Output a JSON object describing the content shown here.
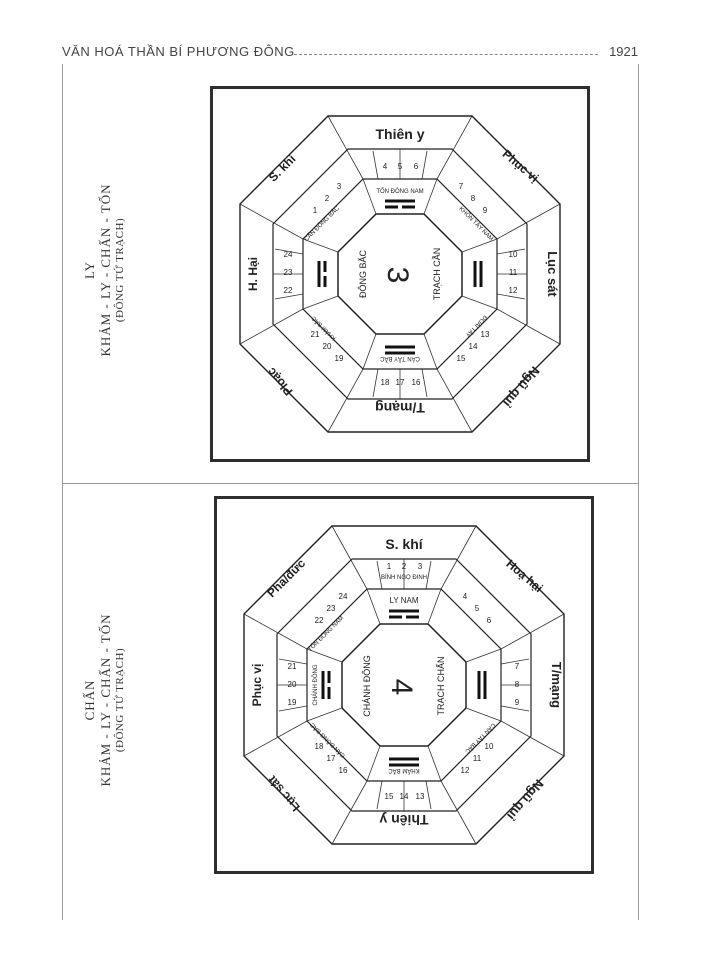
{
  "header": {
    "title": "VĂN HOÁ THẦN BÍ PHƯƠNG ĐÔNG",
    "page_number": "1921"
  },
  "figures": [
    {
      "caption": {
        "name": "LY",
        "formula": "KHẢM - LY - CHẤN - TỐN",
        "group": "(ĐÔNG TỨ TRẠCH)"
      },
      "center_number": "3",
      "center_labels": [
        "ĐÔNG BẮC",
        "TRẠCH CẦN"
      ],
      "outer_labels": [
        "Thiên y",
        "Phục vị",
        "Lục sát",
        "Ngũ quỉ",
        "T/mạng",
        "Ploạc",
        "H. Hại",
        "S. khí"
      ],
      "ring_labels": [
        "TỐN ĐÔNG NAM",
        "KHÔN TÂY NAM",
        "CẤN ĐÔNG BẮC",
        "KHẢM BẮC",
        "CÀN TÂY BẮC",
        "ĐOÀI TÂY"
      ],
      "cell_numbers": [
        "4",
        "5",
        "6",
        "7",
        "8",
        "9",
        "10",
        "11",
        "12",
        "13",
        "14",
        "15",
        "16",
        "17",
        "18",
        "19",
        "20",
        "21",
        "22",
        "23",
        "24",
        "1",
        "2",
        "3"
      ]
    },
    {
      "caption": {
        "name": "CHẤN",
        "formula": "KHẢM - LY - CHẤN - TỐN",
        "group": "(ĐÔNG TỨ TRẠCH)"
      },
      "center_number": "4",
      "center_labels": [
        "CHÁNH ĐÔNG",
        "TRẠCH CHẤN",
        "LY NAM"
      ],
      "outer_labels": [
        "S. khí",
        "Hoạ hại",
        "T/mạng",
        "Ngũ quỉ",
        "Thiên y",
        "Lục sát",
        "Phục vị",
        "Pha/đức"
      ],
      "ring_labels": [
        "BÍNH NGỌ ĐINH",
        "KHẢM BẮC",
        "CHÁNH ĐÔNG",
        "TỐN ĐÔNG NAM",
        "CẤN ĐÔNG BẮC",
        "CÀN TÂY BẮC"
      ],
      "cell_numbers": [
        "1",
        "2",
        "3",
        "4",
        "5",
        "6",
        "7",
        "8",
        "9",
        "10",
        "11",
        "12",
        "13",
        "14",
        "15",
        "16",
        "17",
        "18",
        "19",
        "20",
        "21",
        "22",
        "23",
        "24"
      ]
    }
  ]
}
